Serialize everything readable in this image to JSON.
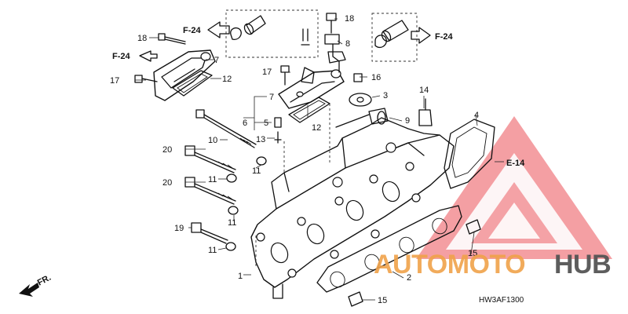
{
  "callouts": {
    "c1": "1",
    "c2": "2",
    "c3": "3",
    "c4": "4",
    "c5": "5",
    "c6": "6",
    "c7a": "7",
    "c7b": "7",
    "c8": "8",
    "c9": "9",
    "c10": "10",
    "c11a": "11",
    "c11b": "11",
    "c11c": "11",
    "c11d": "11",
    "c12a": "12",
    "c12b": "12",
    "c13": "13",
    "c14": "14",
    "c15a": "15",
    "c15b": "15",
    "c16": "16",
    "c17a": "17",
    "c17b": "17",
    "c18a": "18",
    "c18b": "18",
    "c19": "19",
    "c20a": "20",
    "c20b": "20"
  },
  "refs": {
    "f24_top_left": "F-24",
    "f24_top_right": "F-24",
    "f24_left": "F-24",
    "e14": "E-14"
  },
  "front_marker": "FR.",
  "diagram_code": "HW3AF1300",
  "watermark": {
    "part1": "AUTOMOTO",
    "part2": "HUB",
    "color_red": "#e8323a",
    "color_orange": "#f0a24a",
    "color_gray": "#555555"
  }
}
